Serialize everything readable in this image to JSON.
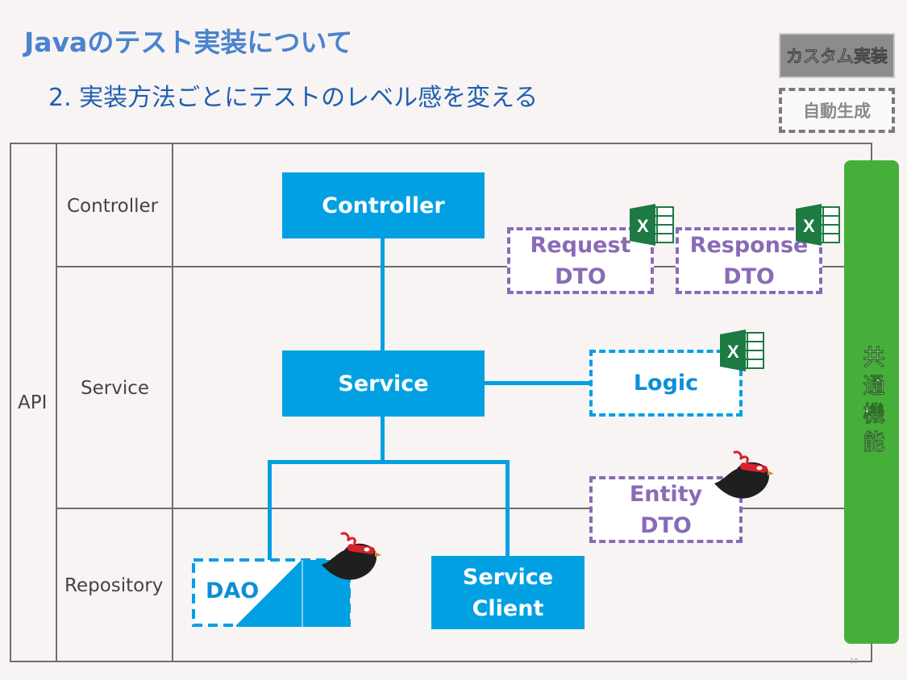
{
  "title": "Javaのテスト実装について",
  "subtitle": "2. 実装方法ごとにテストのレベル感を変える",
  "legend": {
    "custom": "カスタム実装",
    "auto": "自動生成"
  },
  "layers": {
    "api": "API",
    "controller": "Controller",
    "service": "Service",
    "repository": "Repository"
  },
  "boxes": {
    "controller": "Controller",
    "service": "Service",
    "service_client_line1": "Service",
    "service_client_line2": "Client",
    "dao": "DAO",
    "request_line1": "Request",
    "request_line2": "DTO",
    "response_line1": "Response",
    "response_line2": "DTO",
    "logic": "Logic",
    "entity_line1": "Entity",
    "entity_line2": "DTO"
  },
  "common": "共通機能",
  "page_number": "19",
  "colors": {
    "accent_blue": "#00a0e3",
    "dto_purple": "#8a6bb5",
    "common_green": "#46af3a",
    "excel_green": "#1d7a43"
  },
  "icons": [
    "excel-icon",
    "ninja-bird-icon"
  ]
}
